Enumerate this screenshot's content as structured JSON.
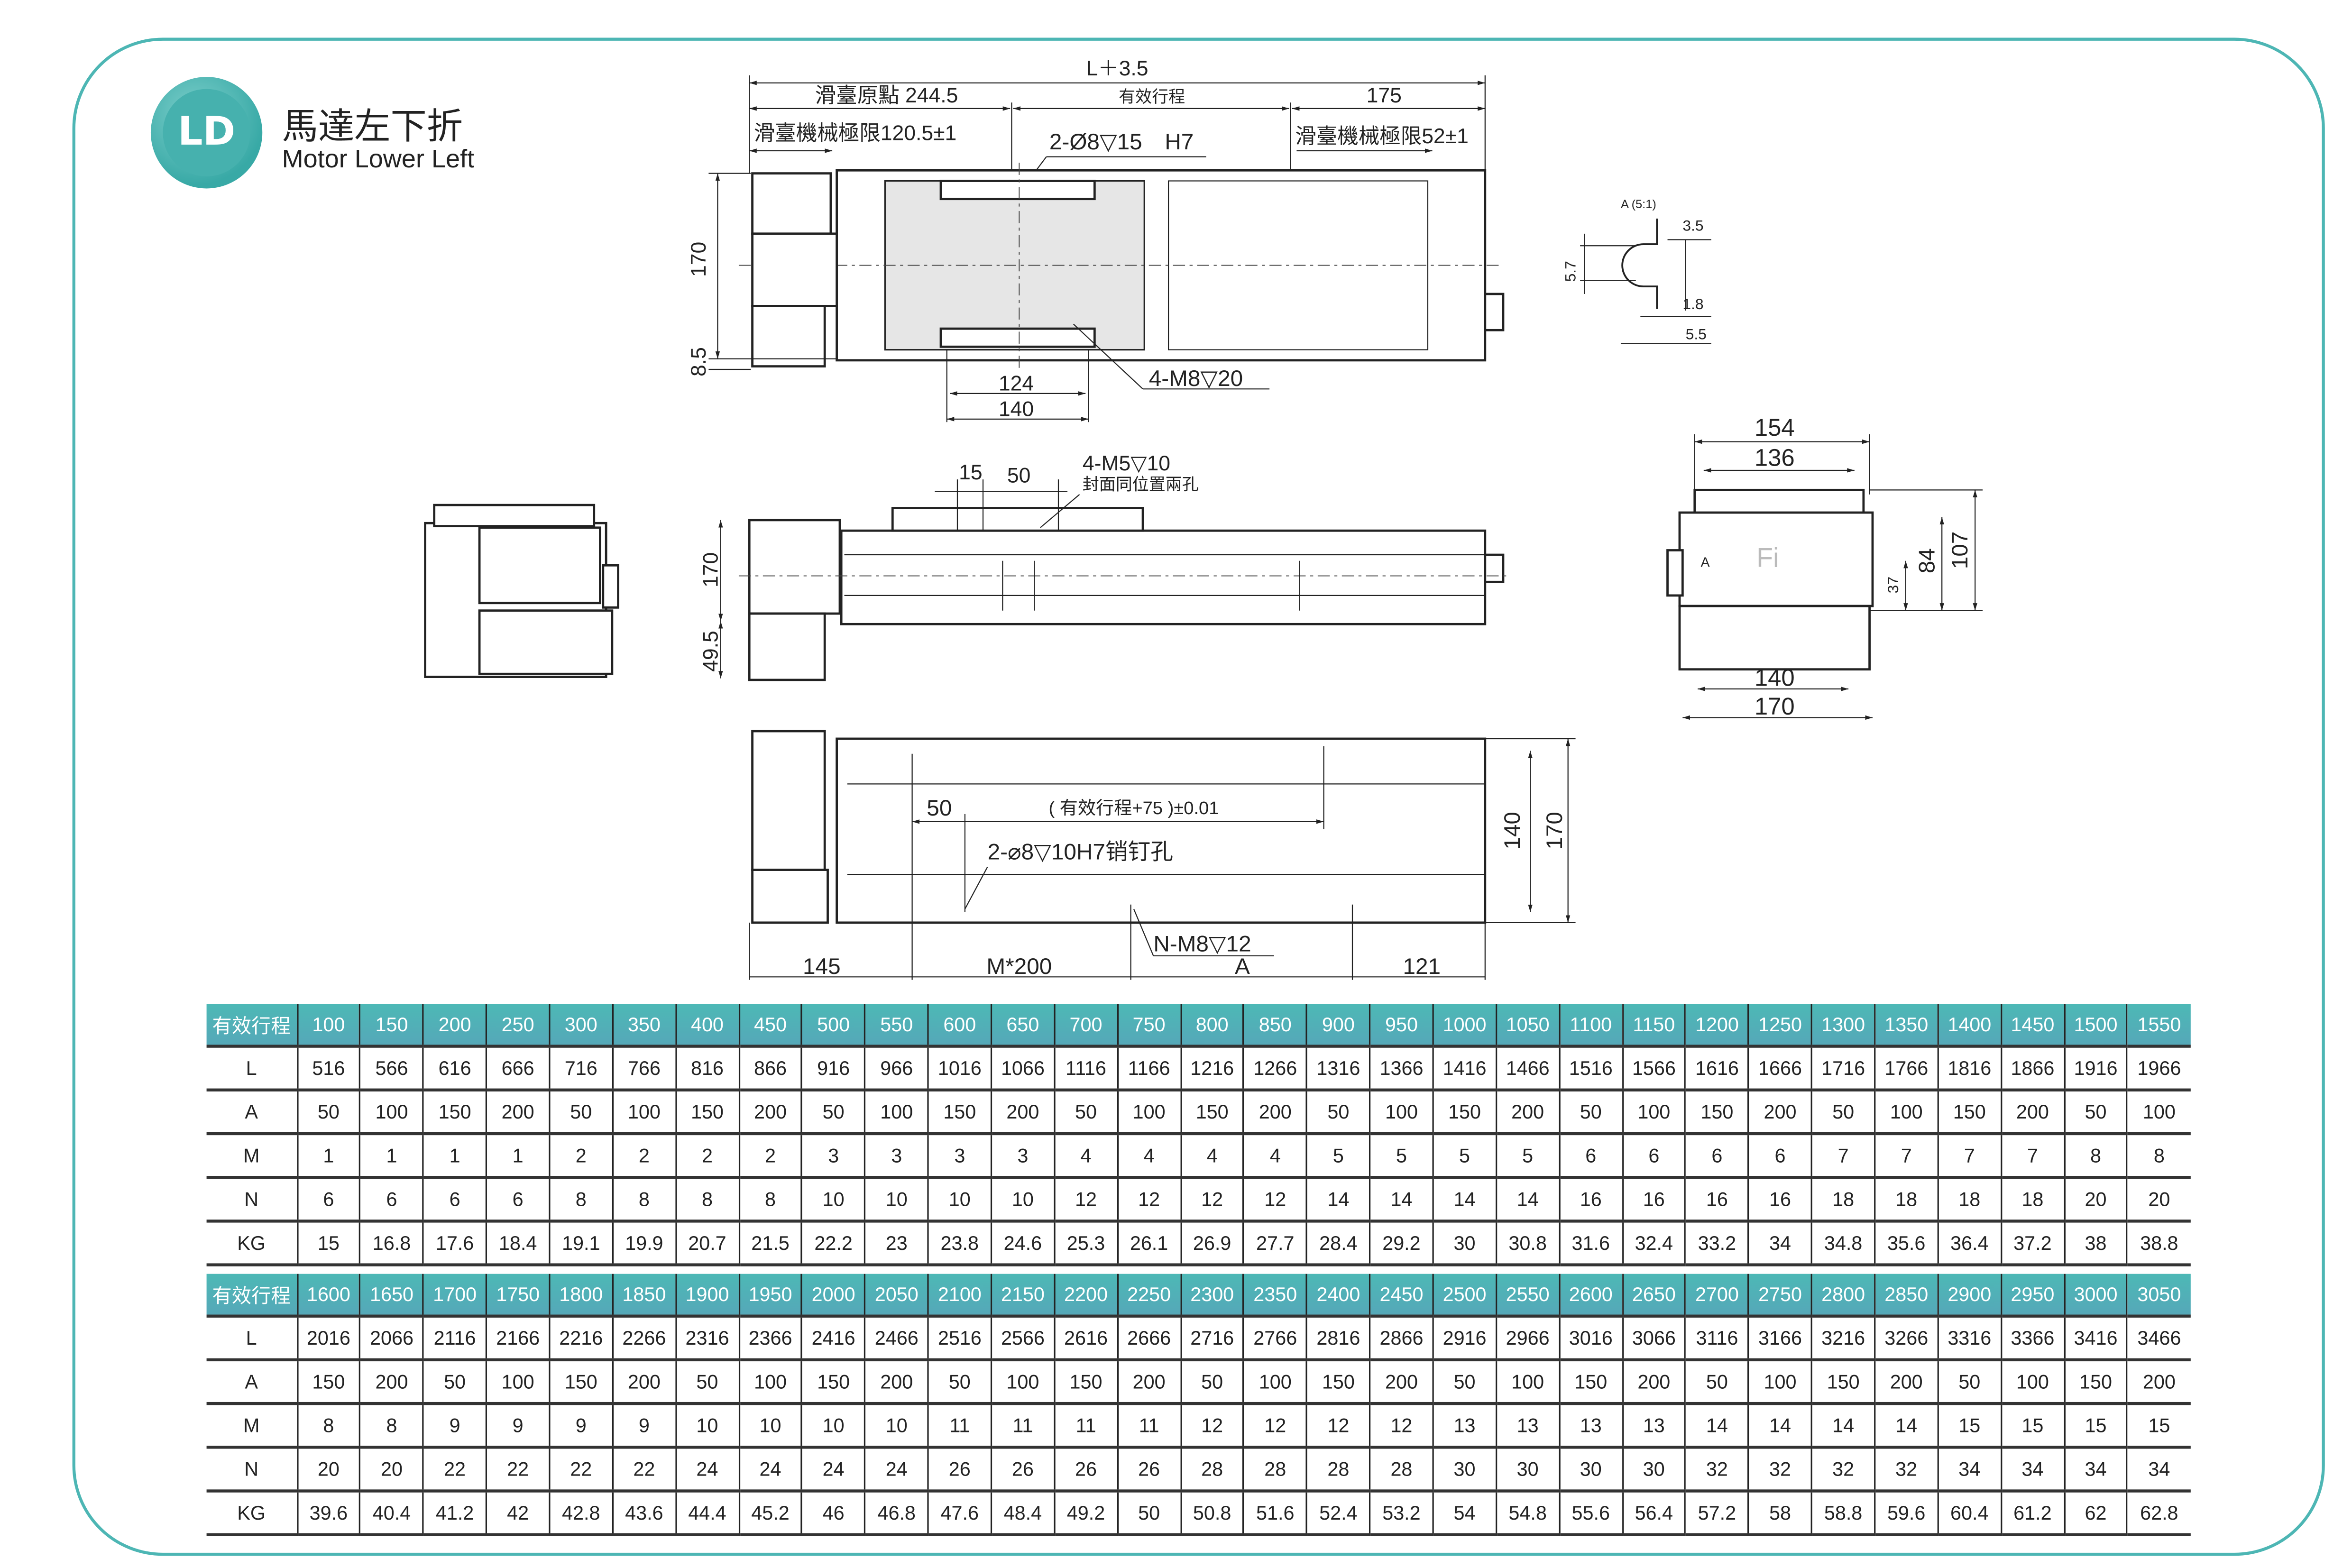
{
  "header": {
    "logo": "LD",
    "title_cn": "馬達左下折",
    "title_en": "Motor Lower Left"
  },
  "colors": {
    "accent": "#4db6b4",
    "line": "#222222"
  },
  "drawing": {
    "top_view": {
      "total": "L＋3.5",
      "origin": "滑臺原點 244.5",
      "stroke": "有效行程",
      "right": "175",
      "limit_left": "滑臺機械極限120.5±1",
      "pin": "2-Ø8▽15　H7",
      "limit_right": "滑臺機械極限52±1",
      "height": "170",
      "offset": "8.5",
      "w124": "124",
      "w140": "140",
      "tap": "4-M8▽20"
    },
    "detail": {
      "title": "A (5:1)",
      "d35": "3.5",
      "d57": "5.7",
      "d18": "1.8",
      "d55": "5.5"
    },
    "side_view": {
      "d15": "15",
      "d50": "50",
      "tap": "4-M5▽10",
      "tap_note": "封面同位置兩孔",
      "height": "170",
      "offset": "49.5"
    },
    "end_view": {
      "w154": "154",
      "w136": "136",
      "h107": "107",
      "h84": "84",
      "h37": "37",
      "w140": "140",
      "w170": "170",
      "mark_a": "A",
      "brand": "Fi"
    },
    "bottom_view": {
      "d50": "50",
      "pitch": "( 有效行程+75 )±0.01",
      "pin": "2-⌀8▽10H7销钉孔",
      "tap": "N-M8▽12",
      "d145": "145",
      "m200": "M*200",
      "a": "A",
      "d121": "121",
      "h140": "140",
      "h170": "170"
    }
  },
  "tables": [
    {
      "header_label": "有效行程",
      "strokes": [
        "100",
        "150",
        "200",
        "250",
        "300",
        "350",
        "400",
        "450",
        "500",
        "550",
        "600",
        "650",
        "700",
        "750",
        "800",
        "850",
        "900",
        "950",
        "1000",
        "1050",
        "1100",
        "1150",
        "1200",
        "1250",
        "1300",
        "1350",
        "1400",
        "1450",
        "1500",
        "1550"
      ],
      "rows": [
        {
          "label": "L",
          "values": [
            "516",
            "566",
            "616",
            "666",
            "716",
            "766",
            "816",
            "866",
            "916",
            "966",
            "1016",
            "1066",
            "1116",
            "1166",
            "1216",
            "1266",
            "1316",
            "1366",
            "1416",
            "1466",
            "1516",
            "1566",
            "1616",
            "1666",
            "1716",
            "1766",
            "1816",
            "1866",
            "1916",
            "1966"
          ]
        },
        {
          "label": "A",
          "values": [
            "50",
            "100",
            "150",
            "200",
            "50",
            "100",
            "150",
            "200",
            "50",
            "100",
            "150",
            "200",
            "50",
            "100",
            "150",
            "200",
            "50",
            "100",
            "150",
            "200",
            "50",
            "100",
            "150",
            "200",
            "50",
            "100",
            "150",
            "200",
            "50",
            "100"
          ]
        },
        {
          "label": "M",
          "values": [
            "1",
            "1",
            "1",
            "1",
            "2",
            "2",
            "2",
            "2",
            "3",
            "3",
            "3",
            "3",
            "4",
            "4",
            "4",
            "4",
            "5",
            "5",
            "5",
            "5",
            "6",
            "6",
            "6",
            "6",
            "7",
            "7",
            "7",
            "7",
            "8",
            "8"
          ]
        },
        {
          "label": "N",
          "values": [
            "6",
            "6",
            "6",
            "6",
            "8",
            "8",
            "8",
            "8",
            "10",
            "10",
            "10",
            "10",
            "12",
            "12",
            "12",
            "12",
            "14",
            "14",
            "14",
            "14",
            "16",
            "16",
            "16",
            "16",
            "18",
            "18",
            "18",
            "18",
            "20",
            "20"
          ]
        },
        {
          "label": "KG",
          "values": [
            "15",
            "16.8",
            "17.6",
            "18.4",
            "19.1",
            "19.9",
            "20.7",
            "21.5",
            "22.2",
            "23",
            "23.8",
            "24.6",
            "25.3",
            "26.1",
            "26.9",
            "27.7",
            "28.4",
            "29.2",
            "30",
            "30.8",
            "31.6",
            "32.4",
            "33.2",
            "34",
            "34.8",
            "35.6",
            "36.4",
            "37.2",
            "38",
            "38.8"
          ]
        }
      ]
    },
    {
      "header_label": "有效行程",
      "strokes": [
        "1600",
        "1650",
        "1700",
        "1750",
        "1800",
        "1850",
        "1900",
        "1950",
        "2000",
        "2050",
        "2100",
        "2150",
        "2200",
        "2250",
        "2300",
        "2350",
        "2400",
        "2450",
        "2500",
        "2550",
        "2600",
        "2650",
        "2700",
        "2750",
        "2800",
        "2850",
        "2900",
        "2950",
        "3000",
        "3050"
      ],
      "rows": [
        {
          "label": "L",
          "values": [
            "2016",
            "2066",
            "2116",
            "2166",
            "2216",
            "2266",
            "2316",
            "2366",
            "2416",
            "2466",
            "2516",
            "2566",
            "2616",
            "2666",
            "2716",
            "2766",
            "2816",
            "2866",
            "2916",
            "2966",
            "3016",
            "3066",
            "3116",
            "3166",
            "3216",
            "3266",
            "3316",
            "3366",
            "3416",
            "3466"
          ]
        },
        {
          "label": "A",
          "values": [
            "150",
            "200",
            "50",
            "100",
            "150",
            "200",
            "50",
            "100",
            "150",
            "200",
            "50",
            "100",
            "150",
            "200",
            "50",
            "100",
            "150",
            "200",
            "50",
            "100",
            "150",
            "200",
            "50",
            "100",
            "150",
            "200",
            "50",
            "100",
            "150",
            "200"
          ]
        },
        {
          "label": "M",
          "values": [
            "8",
            "8",
            "9",
            "9",
            "9",
            "9",
            "10",
            "10",
            "10",
            "10",
            "11",
            "11",
            "11",
            "11",
            "12",
            "12",
            "12",
            "12",
            "13",
            "13",
            "13",
            "13",
            "14",
            "14",
            "14",
            "14",
            "15",
            "15",
            "15",
            "15"
          ]
        },
        {
          "label": "N",
          "values": [
            "20",
            "20",
            "22",
            "22",
            "22",
            "22",
            "24",
            "24",
            "24",
            "24",
            "26",
            "26",
            "26",
            "26",
            "28",
            "28",
            "28",
            "28",
            "30",
            "30",
            "30",
            "30",
            "32",
            "32",
            "32",
            "32",
            "34",
            "34",
            "34",
            "34"
          ]
        },
        {
          "label": "KG",
          "values": [
            "39.6",
            "40.4",
            "41.2",
            "42",
            "42.8",
            "43.6",
            "44.4",
            "45.2",
            "46",
            "46.8",
            "47.6",
            "48.4",
            "49.2",
            "50",
            "50.8",
            "51.6",
            "52.4",
            "53.2",
            "54",
            "54.8",
            "55.6",
            "56.4",
            "57.2",
            "58",
            "58.8",
            "59.6",
            "60.4",
            "61.2",
            "62",
            "62.8"
          ]
        }
      ]
    }
  ]
}
